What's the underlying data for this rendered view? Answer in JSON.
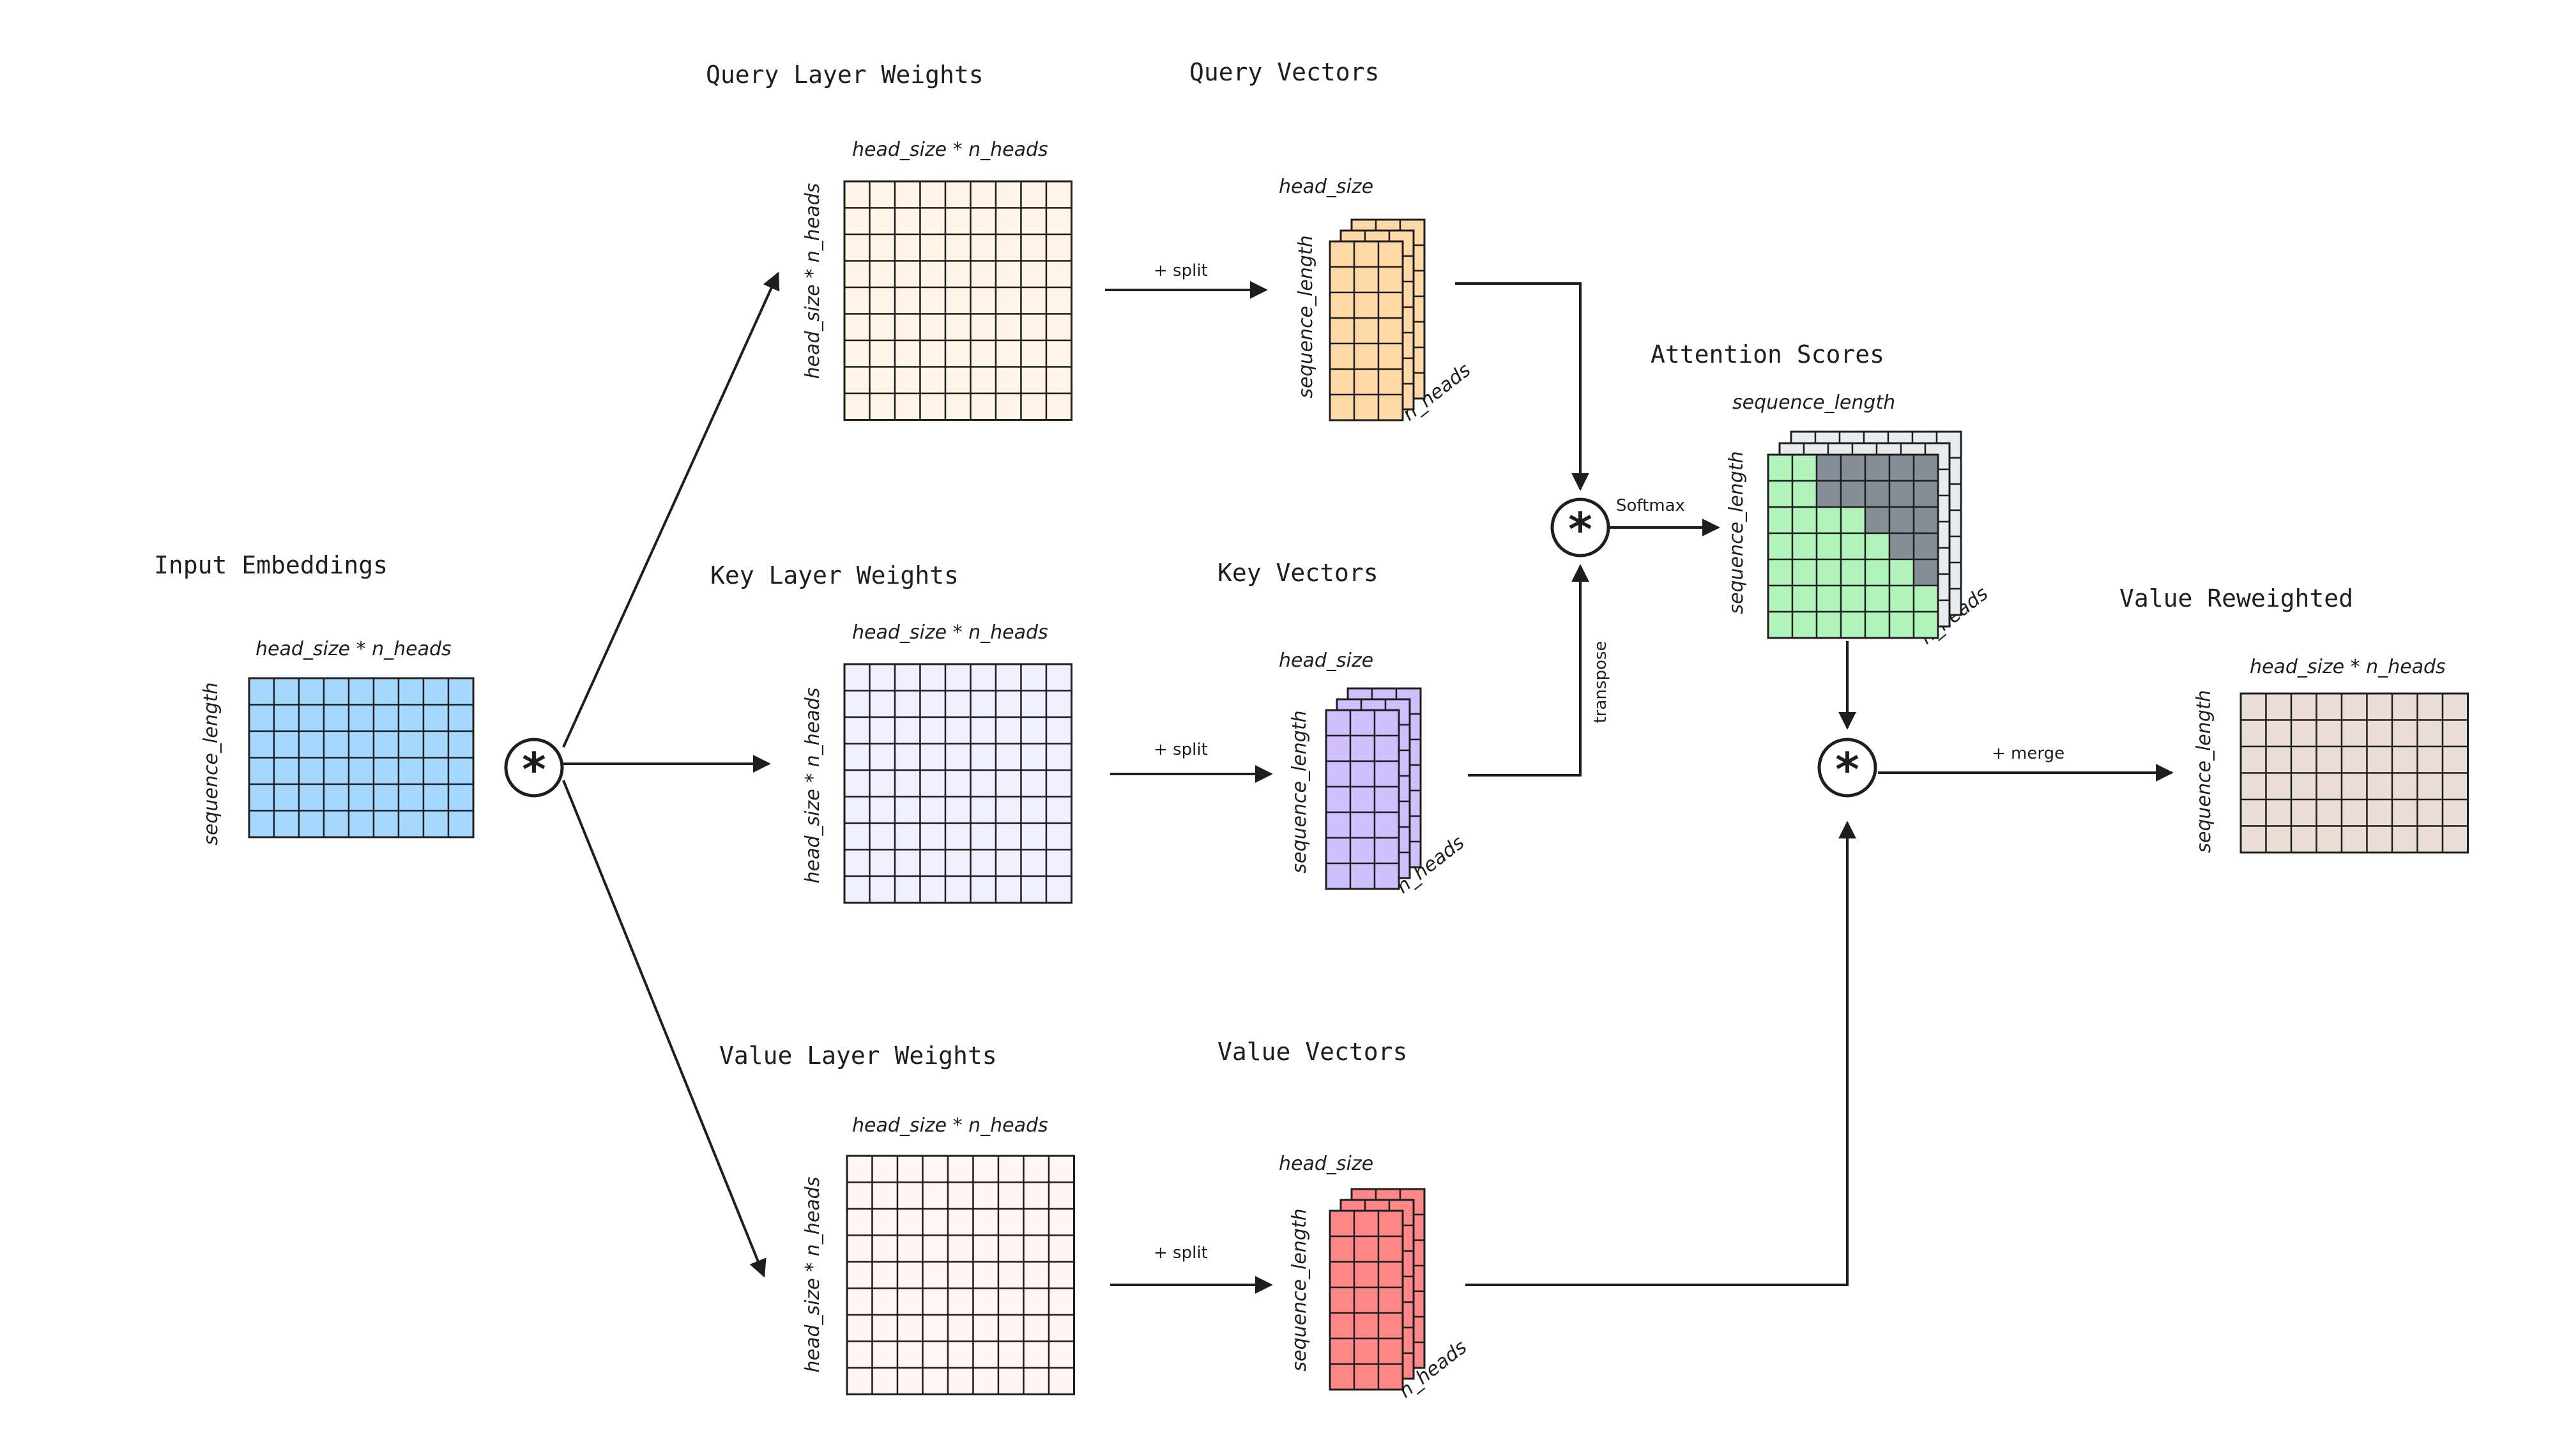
{
  "blocks": {
    "input": {
      "title": "Input Embeddings",
      "top_label": "head_size * n_heads",
      "side_label": "sequence_length"
    },
    "query_weights": {
      "title": "Query Layer Weights",
      "top_label": "head_size * n_heads",
      "side_label": "head_size * n_heads"
    },
    "key_weights": {
      "title": "Key Layer Weights",
      "top_label": "head_size * n_heads",
      "side_label": "head_size * n_heads"
    },
    "value_weights": {
      "title": "Value Layer Weights",
      "top_label": "head_size * n_heads",
      "side_label": "head_size * n_heads"
    },
    "query_vectors": {
      "title": "Query Vectors",
      "top_label": "head_size",
      "side_label": "sequence_length",
      "depth_label": "n_heads"
    },
    "key_vectors": {
      "title": "Key Vectors",
      "top_label": "head_size",
      "side_label": "sequence_length",
      "depth_label": "n_heads"
    },
    "value_vectors": {
      "title": "Value Vectors",
      "top_label": "head_size",
      "side_label": "sequence_length",
      "depth_label": "n_heads"
    },
    "attention_scores": {
      "title": "Attention Scores",
      "top_label": "sequence_length",
      "side_label": "sequence_length",
      "depth_label": "n_heads"
    },
    "value_reweighted": {
      "title": "Value Reweighted",
      "top_label": "head_size * n_heads",
      "side_label": "sequence_length"
    }
  },
  "edge_labels": {
    "query_split": "+ split",
    "key_split": "+ split",
    "value_split": "+ split",
    "transpose": "transpose",
    "softmax": "Softmax",
    "merge": "+ merge"
  },
  "operators": {
    "multiply_1": "*",
    "multiply_2": "*",
    "multiply_3": "*"
  },
  "colors": {
    "input": "#a5d8ff",
    "query_weights": "#fff4e6",
    "key_weights": "#f0efff",
    "value_weights": "#fff5f5",
    "query_vectors": "#ffd8a8",
    "key_vectors": "#d0bfff",
    "value_vectors": "#ff8787",
    "attention_lower": "#b2f2bb",
    "attention_masked": "#868e96",
    "attention_back": "#e9ecef",
    "value_reweighted": "#eaddd7",
    "line": "#1e1e1e"
  }
}
